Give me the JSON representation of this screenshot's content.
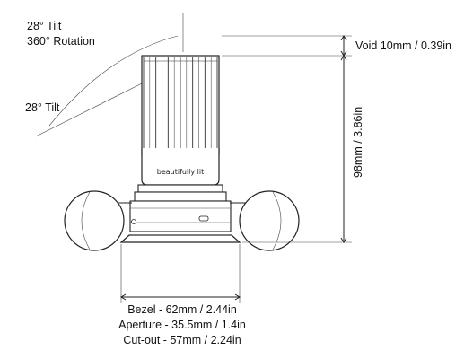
{
  "annotations": {
    "tilt": "28° Tilt",
    "rotation": "360° Rotation",
    "tilt_small": "28° Tilt"
  },
  "dimensions": {
    "void": "Void 10mm / 0.39in",
    "height": "98mm / 3.86in",
    "bezel": "Bezel - 62mm / 2.44in",
    "aperture": "Aperture - 35.5mm / 1.4in",
    "cutout": "Cut-out - 57mm / 2.24in"
  },
  "product": {
    "logo_text": "beautifully lit"
  },
  "colors": {
    "line": "#222222",
    "text": "#111111"
  }
}
